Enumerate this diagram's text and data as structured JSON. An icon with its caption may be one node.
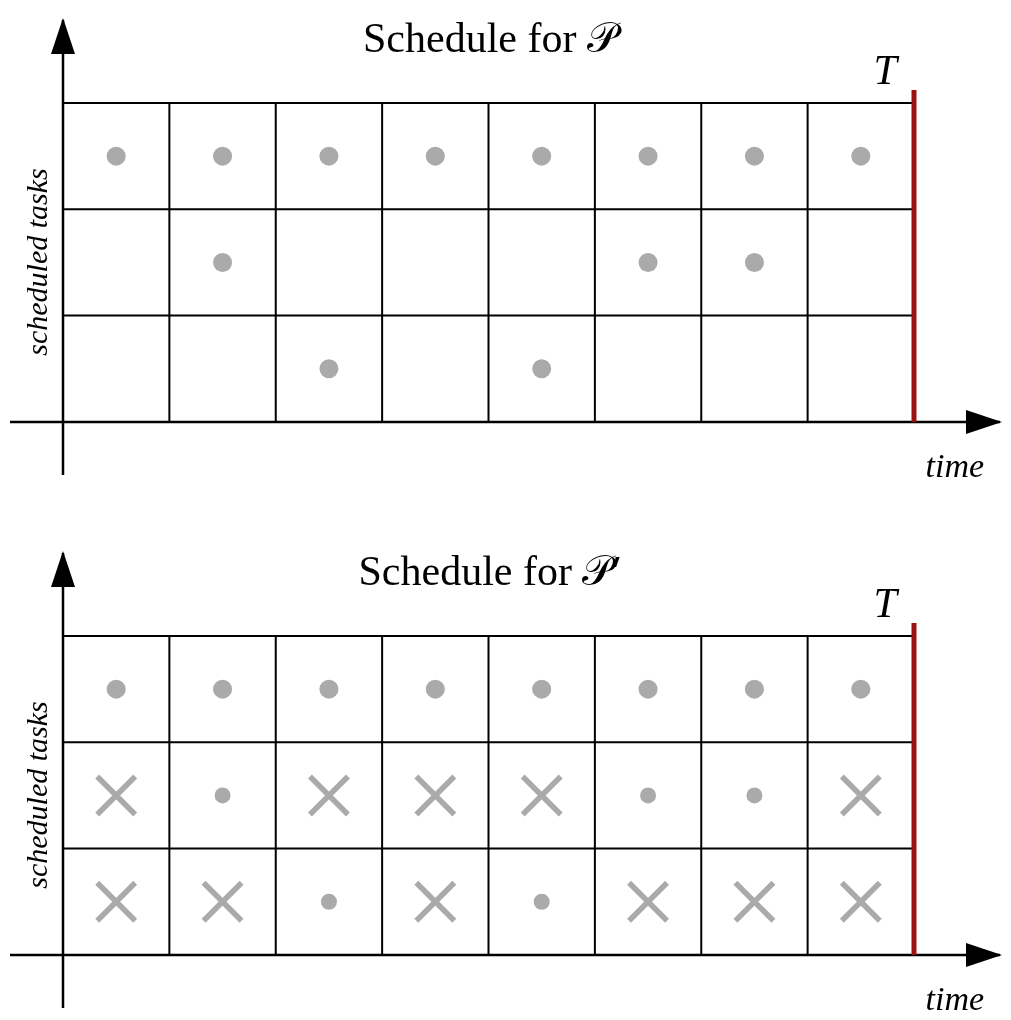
{
  "diagram": {
    "labels": [
      "Schedule for 𝒫",
      "T",
      "scheduled tasks",
      "time",
      "Schedule for 𝒫′",
      "T",
      "scheduled tasks",
      "time"
    ]
  }
}
